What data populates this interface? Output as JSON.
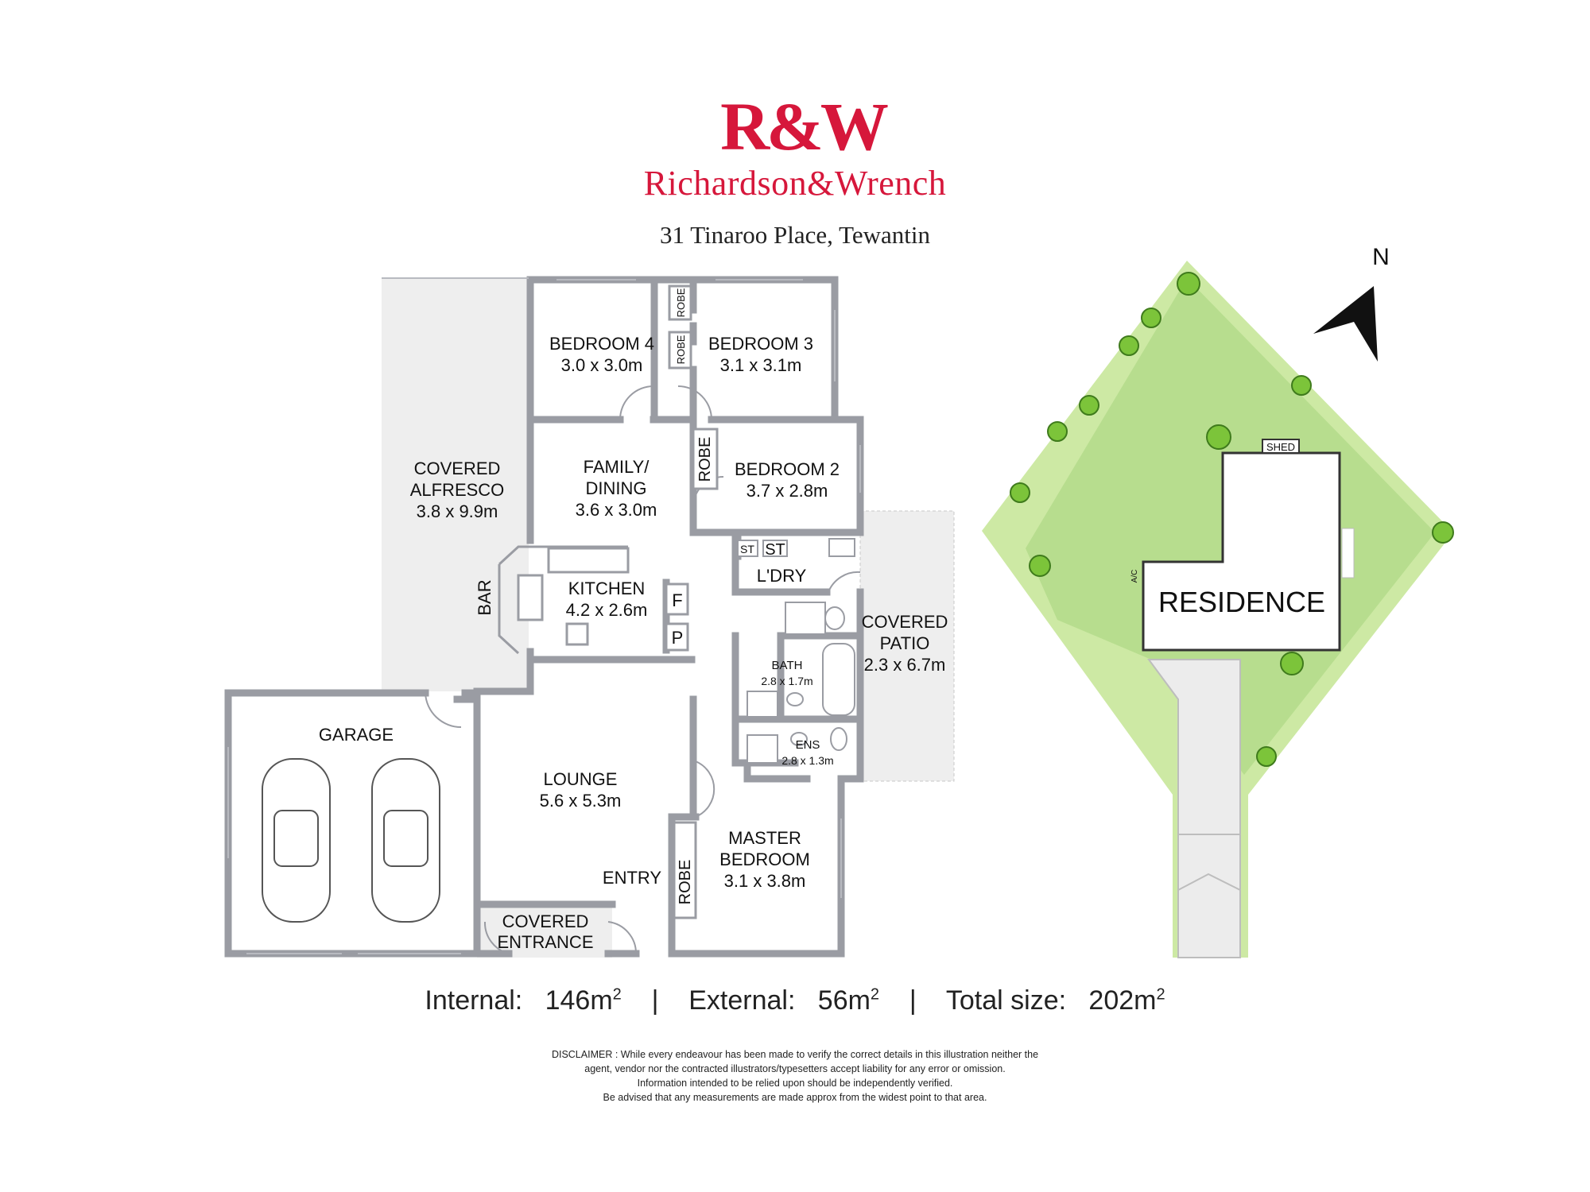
{
  "brand": {
    "logo_text": "R&W",
    "name": "Richardson&Wrench"
  },
  "address": "31 Tinaroo Place, Tewantin",
  "north_label": "N",
  "rooms": {
    "bedroom4": {
      "name": "BEDROOM 4",
      "size": "3.0 x 3.0m"
    },
    "bedroom3": {
      "name": "BEDROOM 3",
      "size": "3.1 x 3.1m"
    },
    "bedroom2": {
      "name": "BEDROOM 2",
      "size": "3.7 x 2.8m"
    },
    "family": {
      "name1": "FAMILY/",
      "name2": "DINING",
      "size": "3.6 x 3.0m"
    },
    "kitchen": {
      "name": "KITCHEN",
      "size": "4.2 x 2.6m"
    },
    "alfresco": {
      "name1": "COVERED",
      "name2": "ALFRESCO",
      "size": "3.8 x 9.9m"
    },
    "patio": {
      "name1": "COVERED",
      "name2": "PATIO",
      "size": "2.3 x 6.7m"
    },
    "bath": {
      "name": "BATH",
      "size": "2.8 x 1.7m"
    },
    "ens": {
      "name": "ENS",
      "size": "2.8 x 1.3m"
    },
    "lounge": {
      "name": "LOUNGE",
      "size": "5.6 x 5.3m"
    },
    "master": {
      "name1": "MASTER",
      "name2": "BEDROOM",
      "size": "3.1 x 3.8m"
    },
    "garage": {
      "name": "GARAGE"
    },
    "entrance": {
      "name1": "COVERED",
      "name2": "ENTRANCE"
    },
    "entry": "ENTRY",
    "laundry": "L'DRY",
    "bar": "BAR",
    "robe": "ROBE",
    "st": "ST",
    "fridge": "F",
    "pantry": "P"
  },
  "site": {
    "residence": "RESIDENCE",
    "shed": "SHED",
    "ac": "A/C"
  },
  "stats": {
    "internal_label": "Internal:",
    "internal_value": "146m",
    "internal_sup": "2",
    "external_label": "External:",
    "external_value": "56m",
    "external_sup": "2",
    "total_label": "Total size:",
    "total_value": "202m",
    "total_sup": "2",
    "separator": "|"
  },
  "disclaimer": [
    "DISCLAIMER : While every endeavour has been made to verify the correct details in this illustration neither the",
    "agent, vendor nor the contracted illustrators/typesetters accept liability for any error or omission.",
    "Information intended to be relied upon should be independently verified.",
    "Be advised that any measurements are made approx from the widest point to that area."
  ],
  "colors": {
    "brand_red": "#d6173b",
    "wall": "#9a9ca3",
    "lawn": "#b7dd8e",
    "grass": "#cde9a4",
    "outdoor": "#eeeeee"
  }
}
